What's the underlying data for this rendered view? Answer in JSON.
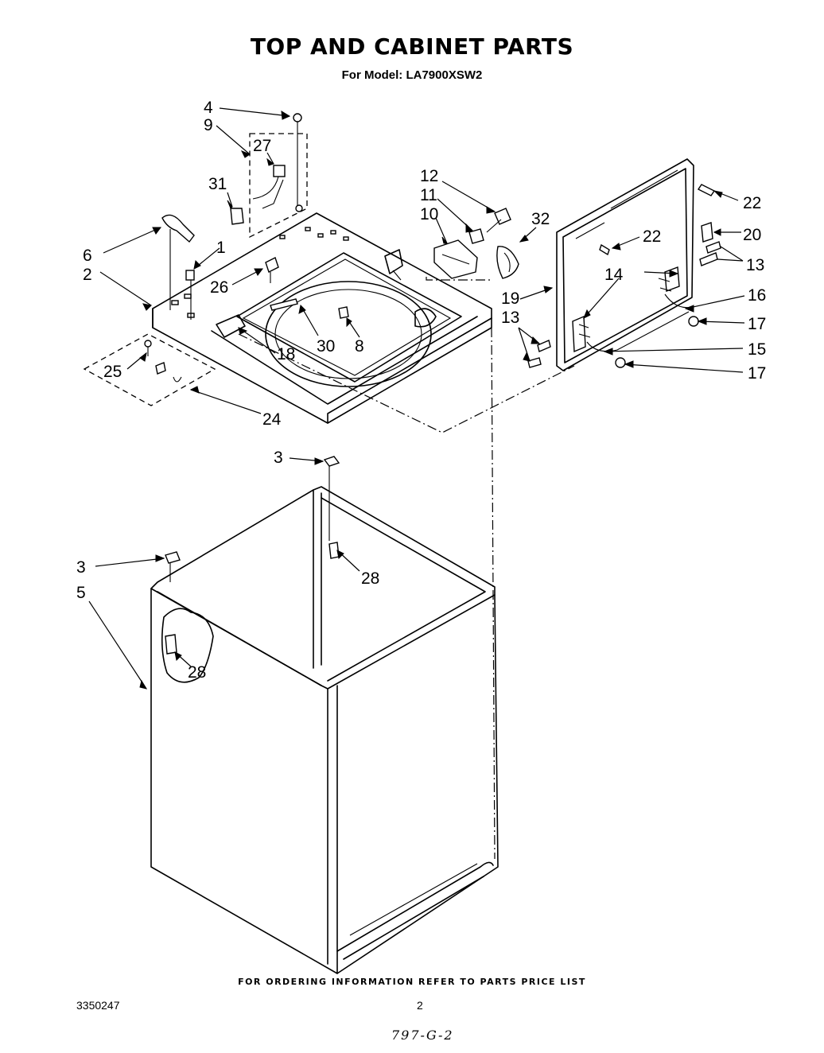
{
  "title": "TOP AND CABINET PARTS",
  "subtitle": "For Model: LA7900XSW2",
  "footer_note": "FOR ORDERING INFORMATION REFER TO PARTS PRICE LIST",
  "document_number": "3350247",
  "page_number": "2",
  "handwritten_note": "797-G-2",
  "callouts": {
    "c4": "4",
    "c9": "9",
    "c27": "27",
    "c31": "31",
    "c6": "6",
    "c1": "1",
    "c2": "2",
    "c26": "26",
    "c30": "30",
    "c8": "8",
    "c18": "18",
    "c25": "25",
    "c24": "24",
    "c12": "12",
    "c11": "11",
    "c10": "10",
    "c32": "32",
    "c22a": "22",
    "c22b": "22",
    "c20": "20",
    "c13a": "13",
    "c14": "14",
    "c16": "16",
    "c19": "19",
    "c17a": "17",
    "c13b": "13",
    "c15": "15",
    "c17b": "17",
    "c3a": "3",
    "c28a": "28",
    "c3b": "3",
    "c5": "5",
    "c28b": "28"
  }
}
